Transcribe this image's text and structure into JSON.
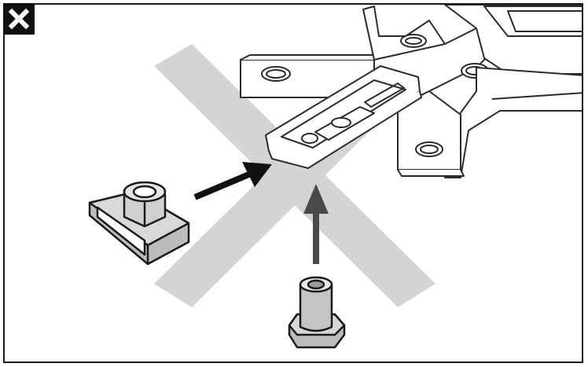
{
  "diagram": {
    "kind": "assembly-instruction",
    "status": "incorrect",
    "status_icon": "x-mark-icon",
    "colors": {
      "cross": "#d4d4d4",
      "badge_bg": "#111111",
      "badge_fg": "#ffffff",
      "line": "#2b2b2b",
      "part_fill": "#bcbcbc",
      "arrow_dark": "#111111",
      "arrow_mid": "#4a4a4a"
    },
    "parts": [
      "mounting-bracket",
      "clip-nut",
      "hex-spacer"
    ]
  }
}
